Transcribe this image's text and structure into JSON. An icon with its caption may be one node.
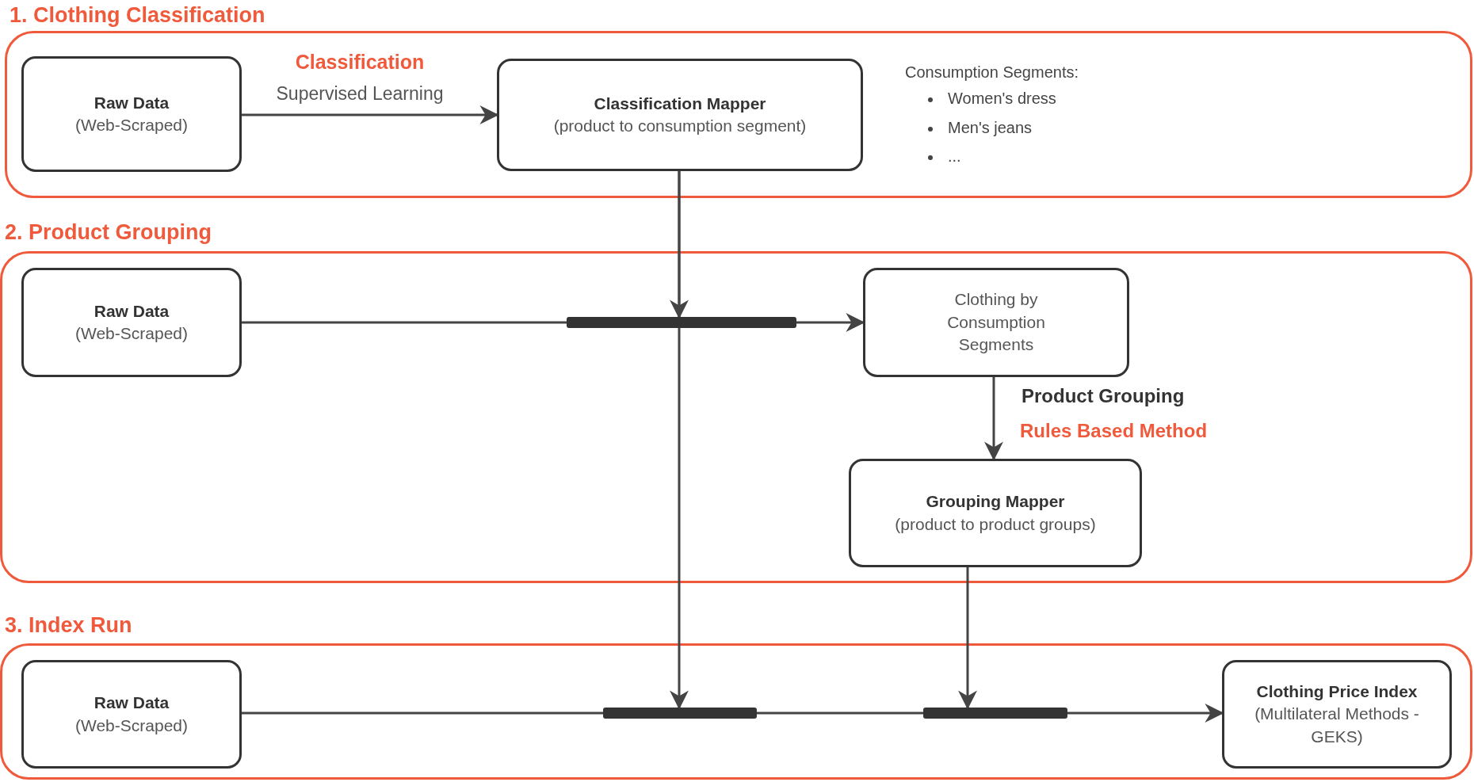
{
  "diagram": {
    "nodes": [
      {
        "text": [
          "1. Clothing Classification"
        ]
      },
      {
        "text": [
          "Raw Data",
          "(Web-Scraped)"
        ],
        "in": 0
      },
      {
        "text": [
          "Classification Mapper",
          "(product to consumption segment)"
        ],
        "in": 0
      },
      {
        "text": [
          "2. Product Grouping"
        ]
      },
      {
        "text": [
          "Raw Data",
          "(Web-Scraped)"
        ],
        "in": 3
      },
      {
        "text": [],
        "shape": "bar",
        "in": 3
      },
      {
        "text": [
          "Clothing by Consumption Segments"
        ],
        "in": 3
      },
      {
        "text": [
          "Grouping Mapper",
          "(product to product groups)"
        ],
        "in": 3
      },
      {
        "text": [
          "3. Index Run"
        ]
      },
      {
        "text": [
          "Raw Data",
          "(Web-Scraped)"
        ],
        "in": 8
      },
      {
        "text": [],
        "shape": "bar",
        "in": 8
      },
      {
        "text": [],
        "shape": "bar",
        "in": 8
      },
      {
        "text": [
          "Clothing Price Index",
          "(Multilateral Methods - GEKS)"
        ],
        "in": 8
      }
    ],
    "edges": [
      {
        "from": 1,
        "to": 2,
        "arrow": "to",
        "label": "Supervised Learning"
      },
      {
        "from": 2,
        "to": 5,
        "arrow": "to"
      },
      {
        "from": 2,
        "to": 10,
        "arrow": "to"
      },
      {
        "from": 4,
        "to": 5,
        "arrow": "none"
      },
      {
        "from": 5,
        "to": 6,
        "arrow": "to"
      },
      {
        "from": 6,
        "to": 7,
        "arrow": "to",
        "label": "Product Grouping"
      },
      {
        "from": 7,
        "to": 11,
        "arrow": "to"
      },
      {
        "from": 9,
        "to": 10,
        "arrow": "none"
      },
      {
        "from": 10,
        "to": 11,
        "arrow": "none"
      },
      {
        "from": 11,
        "to": 12,
        "arrow": "to"
      }
    ],
    "labels": [
      "Classification",
      "Consumption Segments:",
      "Women's dress",
      "Men's jeans",
      "...",
      "Rules Based Method"
    ]
  }
}
